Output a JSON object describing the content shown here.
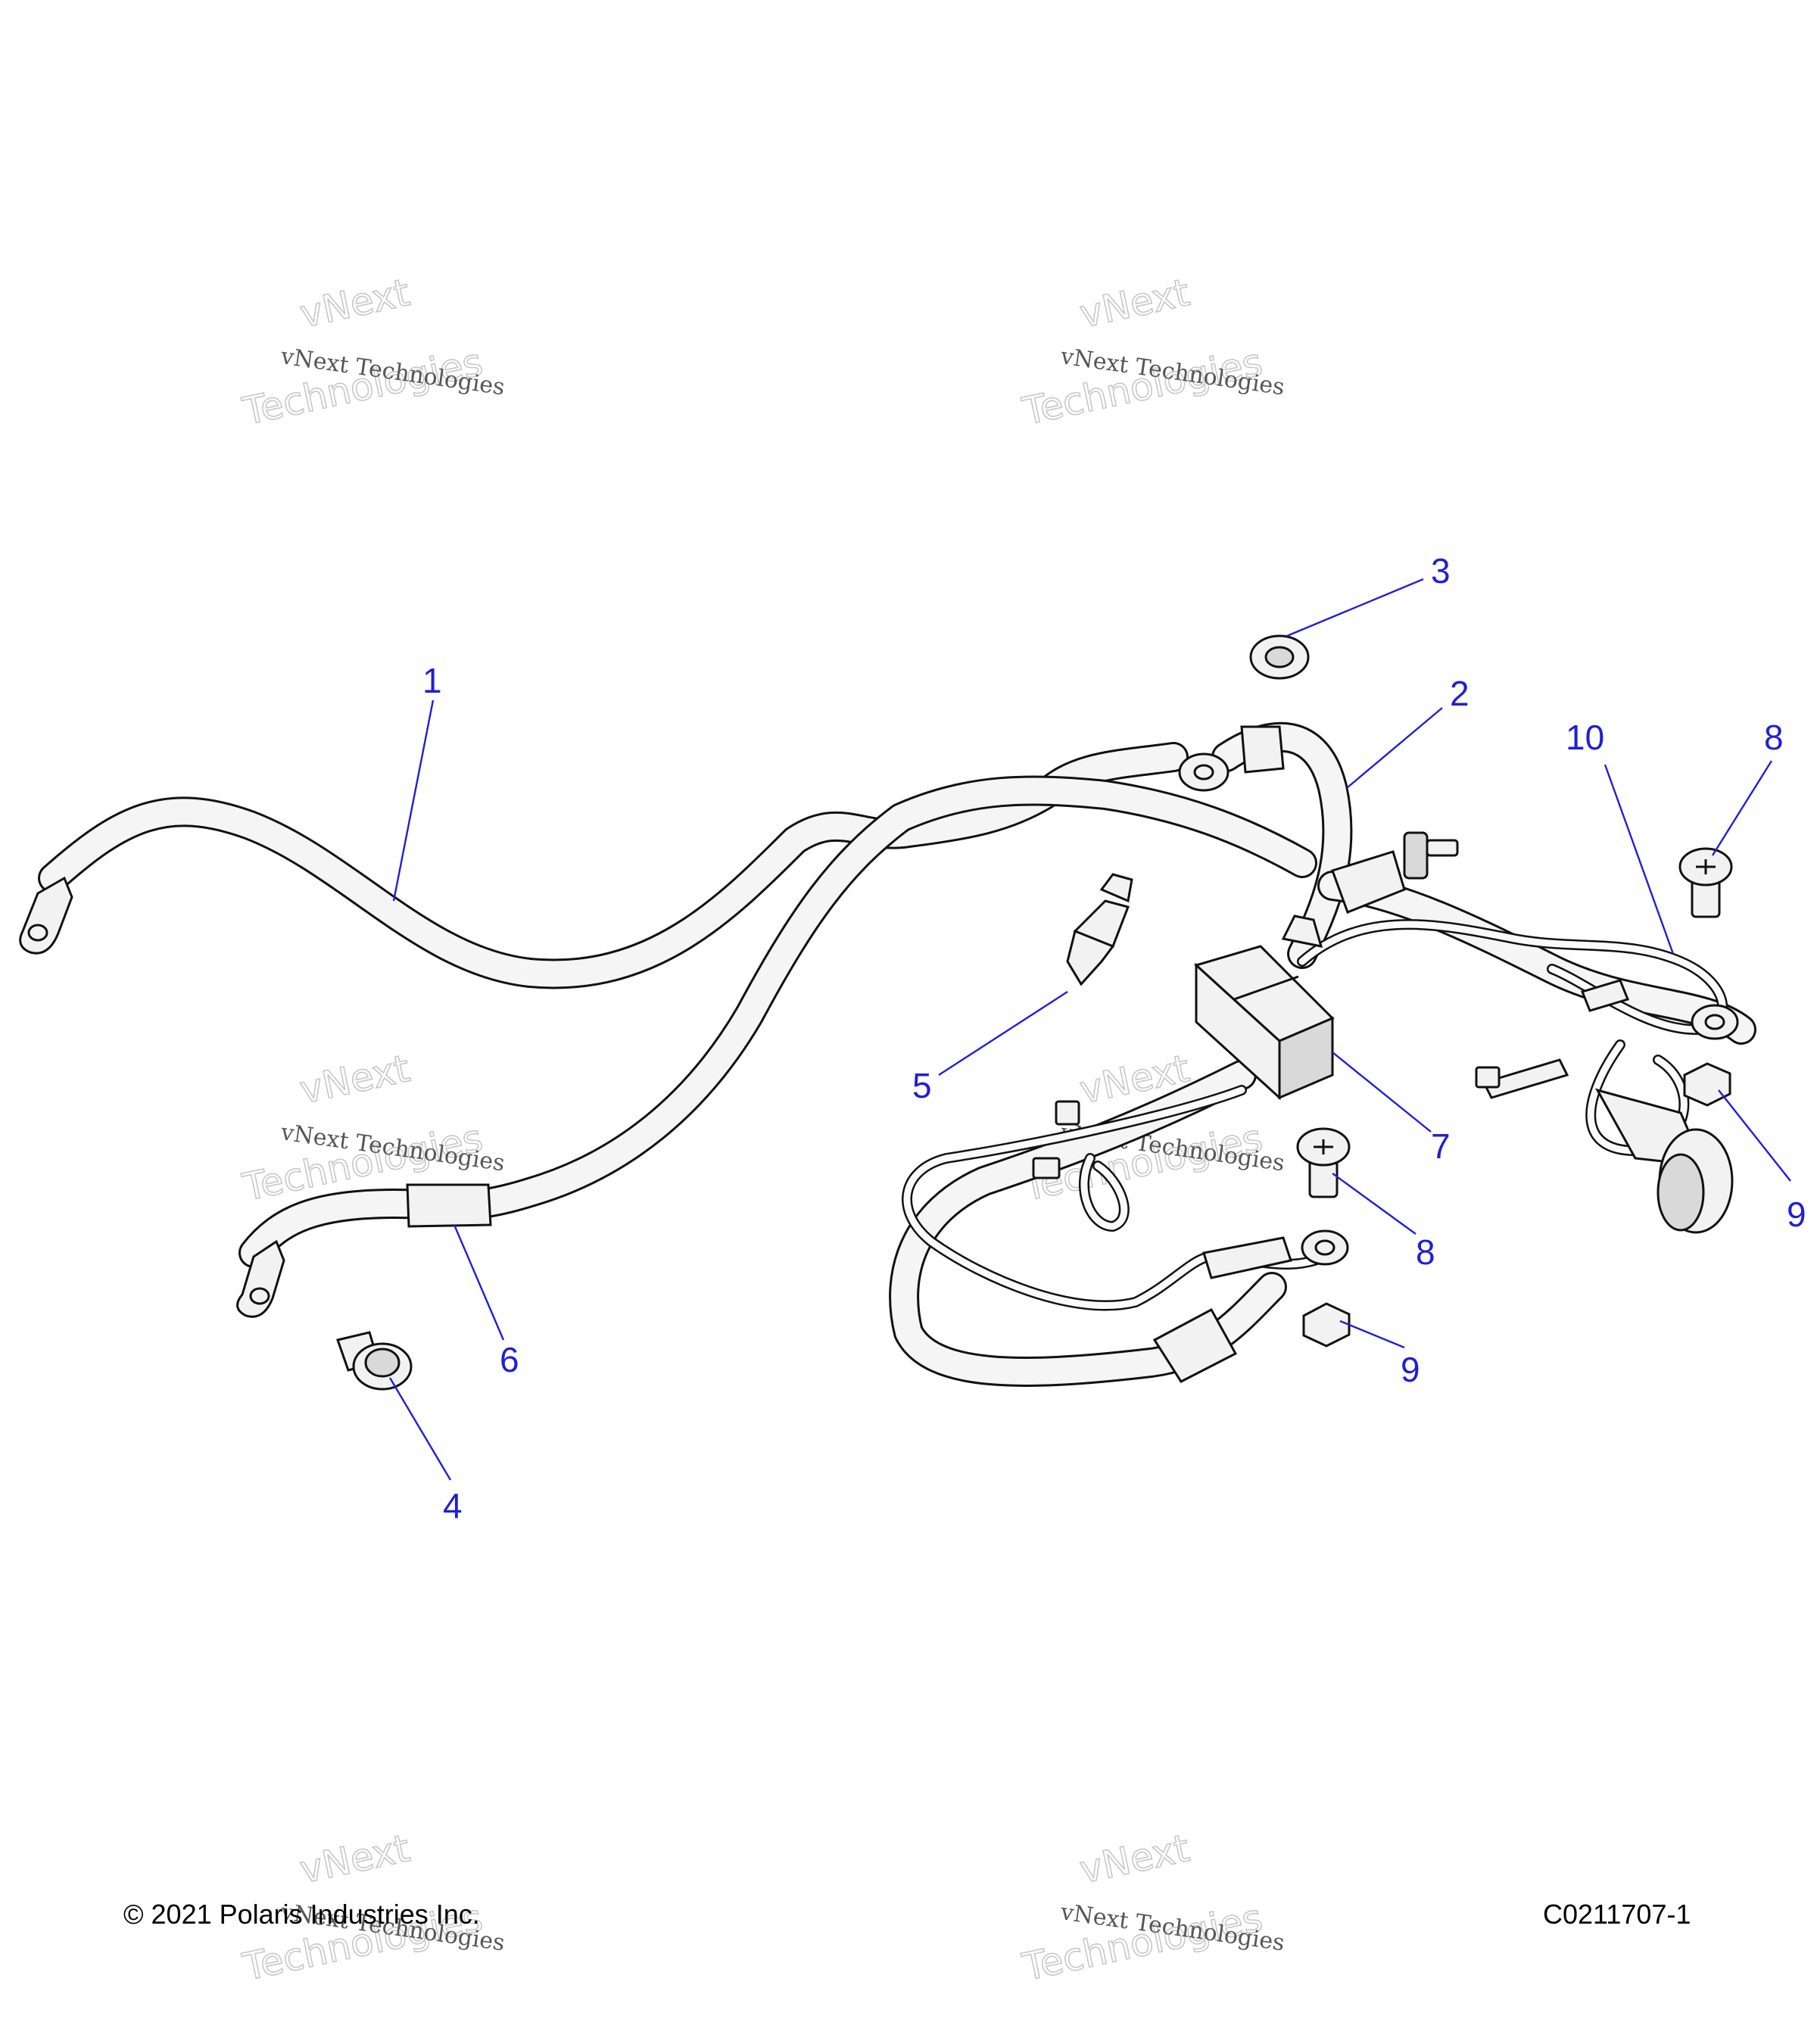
{
  "callouts": [
    {
      "id": "1",
      "label": "1"
    },
    {
      "id": "2",
      "label": "2"
    },
    {
      "id": "3",
      "label": "3"
    },
    {
      "id": "4",
      "label": "4"
    },
    {
      "id": "5",
      "label": "5"
    },
    {
      "id": "6",
      "label": "6"
    },
    {
      "id": "7",
      "label": "7"
    },
    {
      "id": "8a",
      "label": "8"
    },
    {
      "id": "8b",
      "label": "8"
    },
    {
      "id": "9a",
      "label": "9"
    },
    {
      "id": "9b",
      "label": "9"
    },
    {
      "id": "10",
      "label": "10"
    }
  ],
  "watermark": {
    "line1": "vNext Technologies",
    "line2": "vNext",
    "line3": "Technologies"
  },
  "footer": {
    "copyright": "© 2021 Polaris Industries Inc.",
    "code": "C0211707-1"
  },
  "colors": {
    "callout": "#1f1fd6",
    "line_art": "#111111",
    "fill": "#f2f2f2"
  }
}
